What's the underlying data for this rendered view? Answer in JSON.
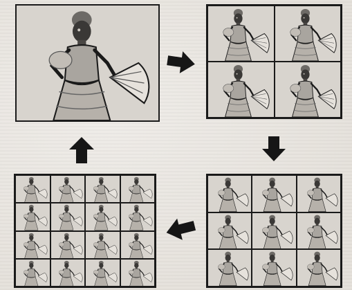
{
  "diagram": {
    "panels": [
      {
        "id": "original",
        "rows": 1,
        "cols": 1
      },
      {
        "id": "grid-2x2",
        "rows": 2,
        "cols": 2
      },
      {
        "id": "grid-3x3",
        "rows": 3,
        "cols": 3
      },
      {
        "id": "grid-4x4",
        "rows": 4,
        "cols": 4
      }
    ],
    "arrows": [
      {
        "from": "original",
        "to": "grid-2x2",
        "direction": "right"
      },
      {
        "from": "grid-2x2",
        "to": "grid-3x3",
        "direction": "down"
      },
      {
        "from": "grid-3x3",
        "to": "grid-4x4",
        "direction": "left"
      },
      {
        "from": "grid-4x4",
        "to": "original",
        "direction": "up"
      }
    ],
    "figure_icon": "flamenco-dancer-with-fan",
    "colors": {
      "ink": "#1a1a1a",
      "background": "#e9e6e1",
      "panel": "#d9d5cf"
    }
  }
}
